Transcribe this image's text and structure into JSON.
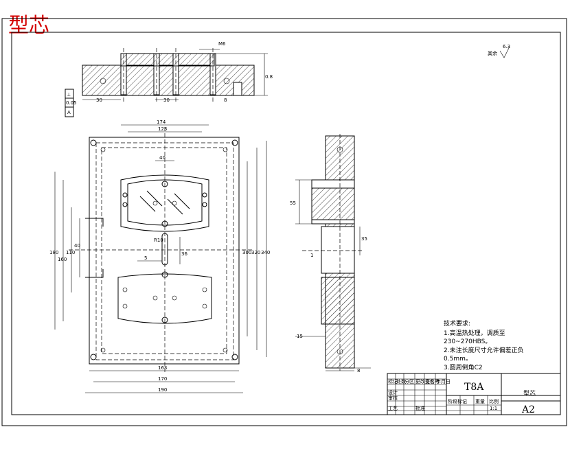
{
  "title": "型芯",
  "surface_finish": {
    "label": "其余",
    "value": "6.3"
  },
  "tolerance_box": [
    "⊥",
    "0.05",
    "A"
  ],
  "section_top_labels": [
    "8",
    "30",
    "30",
    "M6",
    "0.8"
  ],
  "main_dims": {
    "top_width_1": "174",
    "top_width_2": "123",
    "inner_width": "40",
    "bottom_width_1": "163",
    "bottom_width_2": "170",
    "bottom_width_3": "190",
    "left_h1": "180",
    "left_h2": "160",
    "left_h3": "110",
    "left_h4": "40",
    "right_h1": "300",
    "right_h2": "320",
    "right_h3": "340",
    "center_h": "36",
    "center_w": "5",
    "center_r": "R10"
  },
  "side_dims": [
    "55",
    "35",
    "1",
    "15",
    "8"
  ],
  "tech_requirements": {
    "heading": "技术要求:",
    "items": [
      "1.高温热处理，调质至",
      "230~270HBS。",
      "2.未注长度尺寸允许偏差正负",
      "0.5mm。",
      "3.圆周倒角C2"
    ]
  },
  "title_block": {
    "part_name": "T8A",
    "drawing_title": "型芯",
    "sheet_size": "A2",
    "scale": "1:1",
    "rows": [
      "标记",
      "处数",
      "分区",
      "更改文件号",
      "签名",
      "年月日",
      "设计",
      "审核",
      "工艺",
      "批准"
    ],
    "col_labels": [
      "阶段标记",
      "重量",
      "比例"
    ]
  }
}
